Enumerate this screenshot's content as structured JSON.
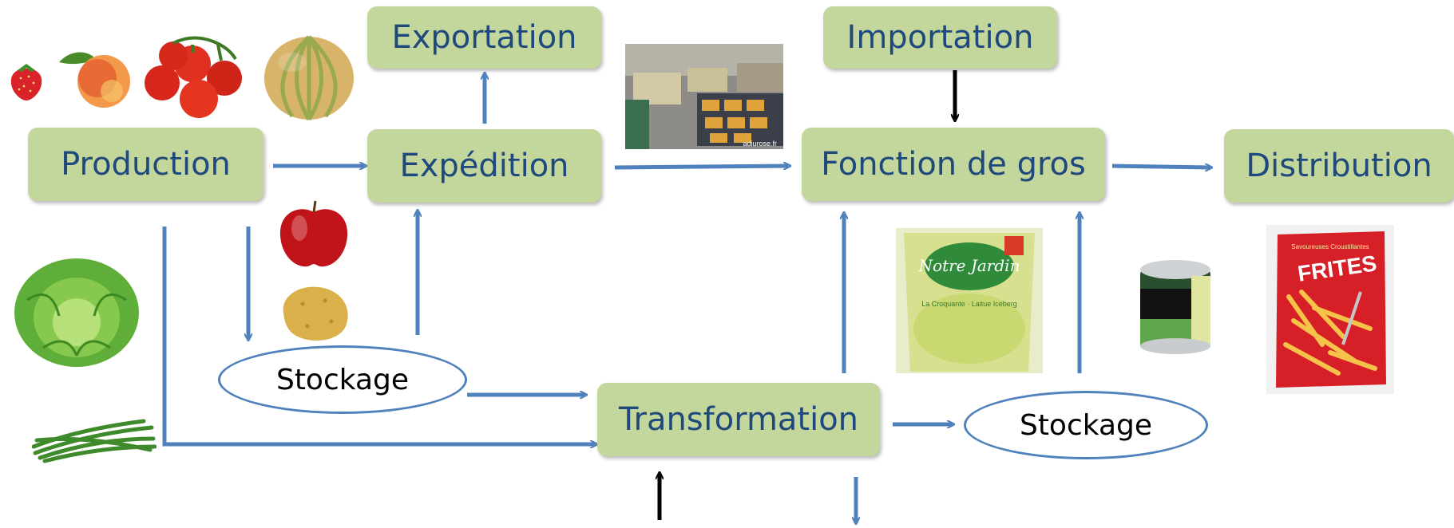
{
  "nodes": {
    "production": "Production",
    "expedition": "Expédition",
    "exportation": "Exportation",
    "importation": "Importation",
    "gros": "Fonction de gros",
    "distribution": "Distribution",
    "transformation": "Transformation",
    "stockage_1": "Stockage",
    "stockage_2": "Stockage"
  },
  "photo_labels": {
    "market_credit": "adiurose.fr",
    "salad_bag_brand": "Notre Jardin",
    "salad_bag_sub": "La Croquante · Laitue Iceberg",
    "fries_brand": "FRITES",
    "fries_sub": "Savoureuses Croustillantes"
  },
  "colors": {
    "box_fill": "#c3d69b",
    "box_text": "#1f497d",
    "arrow_blue": "#4f81bd",
    "arrow_black": "#000000"
  },
  "images": [
    "strawberry",
    "peach",
    "tomatoes",
    "melon",
    "market-crates",
    "apple",
    "potato",
    "lettuce",
    "green-beans",
    "bagged-salad",
    "canned-vegetables",
    "fries-bag"
  ]
}
